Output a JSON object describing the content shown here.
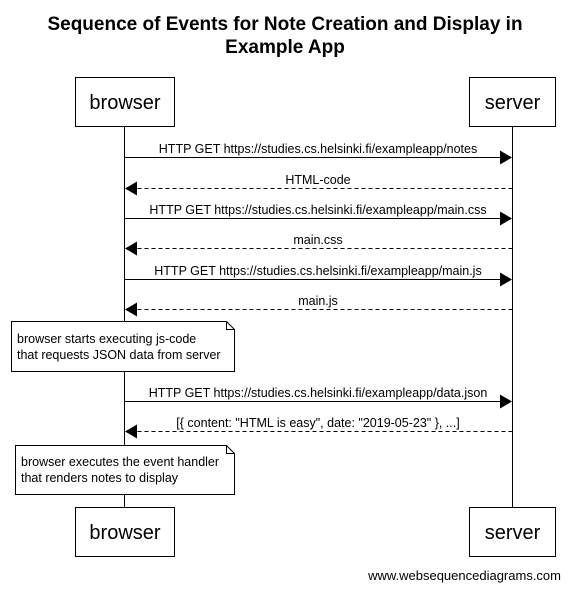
{
  "title": {
    "line1": "Sequence of Events for Note Creation and Display in",
    "line2": "Example App"
  },
  "participants": {
    "left": "browser",
    "right": "server"
  },
  "messages": [
    {
      "label": "HTTP GET https://studies.cs.helsinki.fi/exampleapp/notes",
      "direction": "to-server",
      "style": "solid"
    },
    {
      "label": "HTML-code",
      "direction": "to-browser",
      "style": "dashed"
    },
    {
      "label": "HTTP GET https://studies.cs.helsinki.fi/exampleapp/main.css",
      "direction": "to-server",
      "style": "solid"
    },
    {
      "label": "main.css",
      "direction": "to-browser",
      "style": "dashed"
    },
    {
      "label": "HTTP GET https://studies.cs.helsinki.fi/exampleapp/main.js",
      "direction": "to-server",
      "style": "solid"
    },
    {
      "label": "main.js",
      "direction": "to-browser",
      "style": "dashed"
    },
    {
      "label": "HTTP GET https://studies.cs.helsinki.fi/exampleapp/data.json",
      "direction": "to-server",
      "style": "solid"
    },
    {
      "label": "[{ content: \"HTML is easy\", date: \"2019-05-23\" }, ...]",
      "direction": "to-browser",
      "style": "dashed"
    }
  ],
  "notes": [
    {
      "line1": "browser starts executing js-code",
      "line2": "that requests JSON data from server"
    },
    {
      "line1": "browser executes the event handler",
      "line2": "that renders notes to display"
    }
  ],
  "credit": "www.websequencediagrams.com"
}
